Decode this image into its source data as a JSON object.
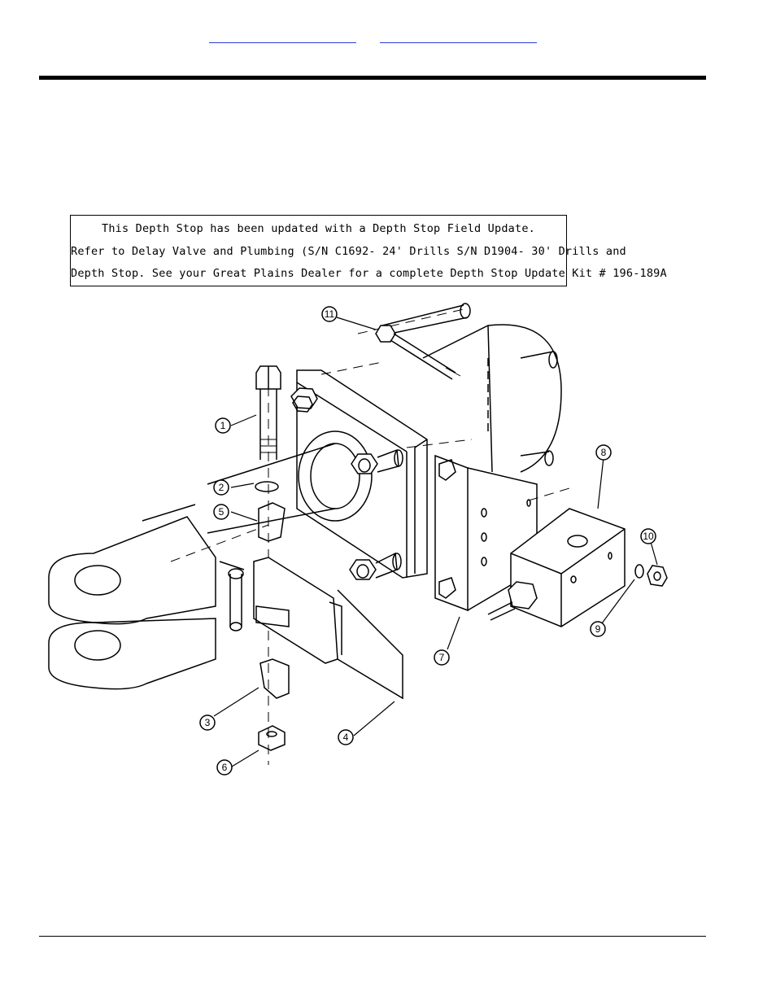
{
  "header": {
    "links": [
      "",
      ""
    ]
  },
  "notice": {
    "lines": [
      "This Depth Stop has been updated with a Depth Stop Field Update.",
      "Refer to Delay Valve and Plumbing (S/N C1692- 24' Drills S/N D1904- 30' Drills and",
      "Depth Stop.  See your Great Plains Dealer for a complete Depth Stop Update Kit # 196-189A"
    ]
  },
  "callouts": [
    "1",
    "2",
    "3",
    "4",
    "5",
    "6",
    "7",
    "8",
    "9",
    "10",
    "11"
  ]
}
